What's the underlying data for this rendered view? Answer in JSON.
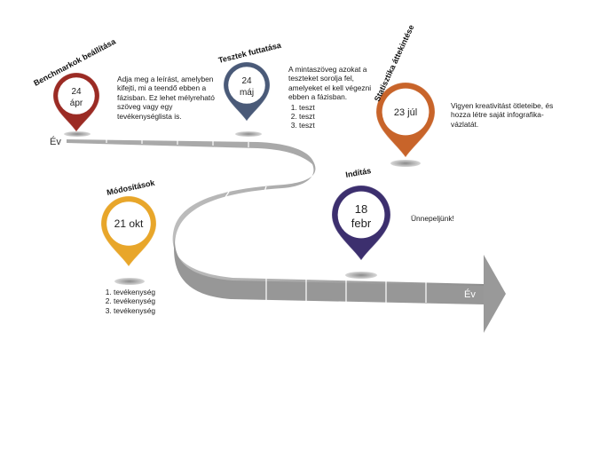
{
  "timeline": {
    "year_start_label": "Év",
    "year_mid_label": "Év",
    "year_end_label": "Év"
  },
  "milestones": [
    {
      "id": "benchmark",
      "title": "Benchmarkok beállítása",
      "date_line1": "24",
      "date_line2": "ápr",
      "color": "#9b2b24",
      "description": "Adja meg a leírást, amelyben kifejti, mi a teendő ebben a fázisban. Ez lehet mélyreható szöveg vagy egy tevékenységlista is.",
      "list": []
    },
    {
      "id": "tests",
      "title": "Tesztek futtatása",
      "date_line1": "24",
      "date_line2": "máj",
      "color": "#4a5a78",
      "description": "A mintaszöveg azokat a teszteket sorolja fel, amelyeket el kell végezni ebben a fázisban.",
      "list": [
        "teszt",
        "teszt",
        "teszt"
      ]
    },
    {
      "id": "stats",
      "title": "Statisztika áttekintése",
      "date_line1": "23 júl",
      "date_line2": "",
      "color": "#c8642a",
      "description": "Vigyen kreativitást ötleteibe, és hozza létre saját infografika-vázlatát.",
      "list": []
    },
    {
      "id": "launch",
      "title": "Indítás",
      "date_line1": "18",
      "date_line2": "febr",
      "color": "#3c2f6e",
      "description": "Ünnepeljünk!",
      "list": []
    },
    {
      "id": "changes",
      "title": "Módosítások",
      "date_line1": "21 okt",
      "date_line2": "",
      "color": "#e8a62a",
      "description": "",
      "list": [
        "tevékenység",
        "tevékenység",
        "tevékenység"
      ]
    }
  ]
}
